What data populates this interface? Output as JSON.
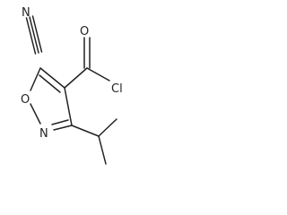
{
  "molecule": {
    "atoms": {
      "nitrile_n": "N",
      "ring_o": "O",
      "ring_n": "N",
      "carbonyl_o": "O",
      "chlorine": "Cl"
    }
  }
}
